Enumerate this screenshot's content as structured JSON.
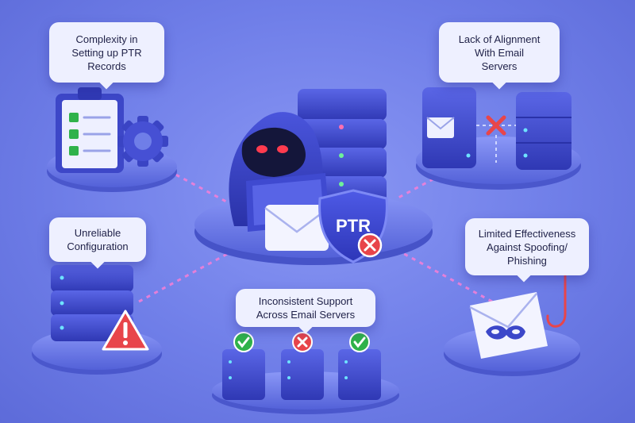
{
  "bubbles": {
    "ptr_complexity": "Complexity in\nSetting up PTR\nRecords",
    "alignment": "Lack of Alignment\nWith Email\nServers",
    "unreliable": "Unreliable\nConfiguration",
    "limited": "Limited Effectiveness\nAgainst Spoofing/\nPhishing",
    "inconsistent": "Inconsistent Support\nAcross Email Servers"
  },
  "center": {
    "shield_label": "PTR"
  },
  "colors": {
    "background": "#6f7ee8",
    "server_blue": "#3c47c9",
    "check_green": "#2fb24a",
    "error_red": "#e8454a",
    "connector_pink": "#f07fd8"
  }
}
